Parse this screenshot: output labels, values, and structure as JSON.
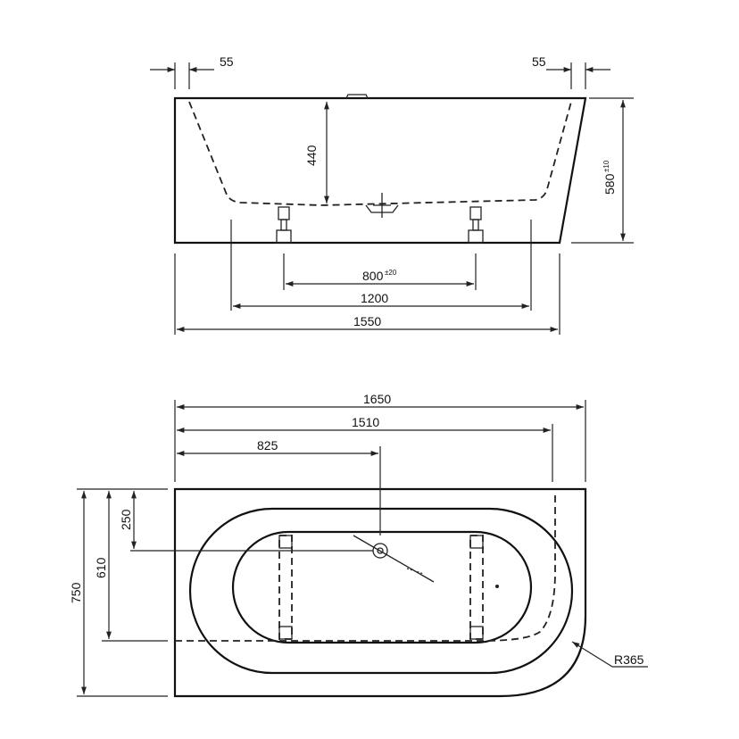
{
  "side_view": {
    "dim_left_offset": "55",
    "dim_right_offset": "55",
    "dim_depth": "440",
    "dim_height": "580",
    "dim_height_tol": "±10",
    "dim_feet_spacing": "800",
    "dim_feet_spacing_tol": "±20",
    "dim_base_width": "1200",
    "dim_bottom_width": "1550"
  },
  "top_view": {
    "dim_overall_length": "1650",
    "dim_inner_length": "1510",
    "dim_drain_offset": "825",
    "dim_drain_depth": "250",
    "dim_inner_width": "610",
    "dim_overall_width": "750",
    "dim_radius": "R365"
  },
  "colors": {
    "line": "#222222",
    "background": "#ffffff"
  }
}
